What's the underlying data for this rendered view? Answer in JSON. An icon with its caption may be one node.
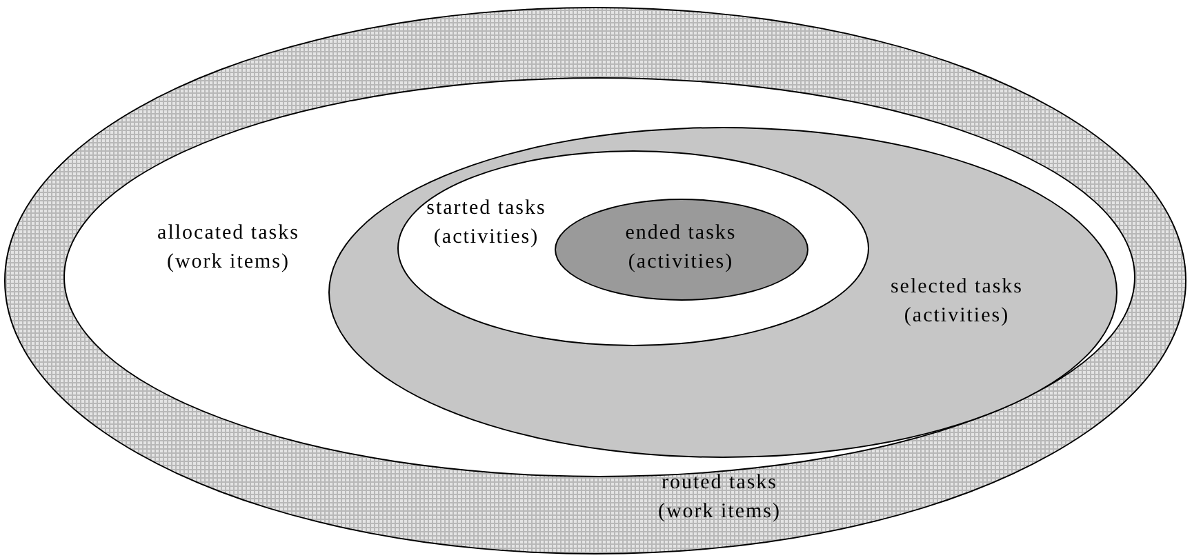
{
  "diagram": {
    "nodes": [
      {
        "text": [
          "routed tasks (work items)"
        ]
      },
      {
        "text": [
          "allocated tasks (work items)"
        ],
        "in": 0
      },
      {
        "text": [
          "selected tasks (activities)"
        ],
        "in": 1
      },
      {
        "text": [
          "started tasks (activities)"
        ],
        "in": 2
      },
      {
        "text": [
          "ended tasks (activities)"
        ],
        "in": 3
      }
    ]
  }
}
